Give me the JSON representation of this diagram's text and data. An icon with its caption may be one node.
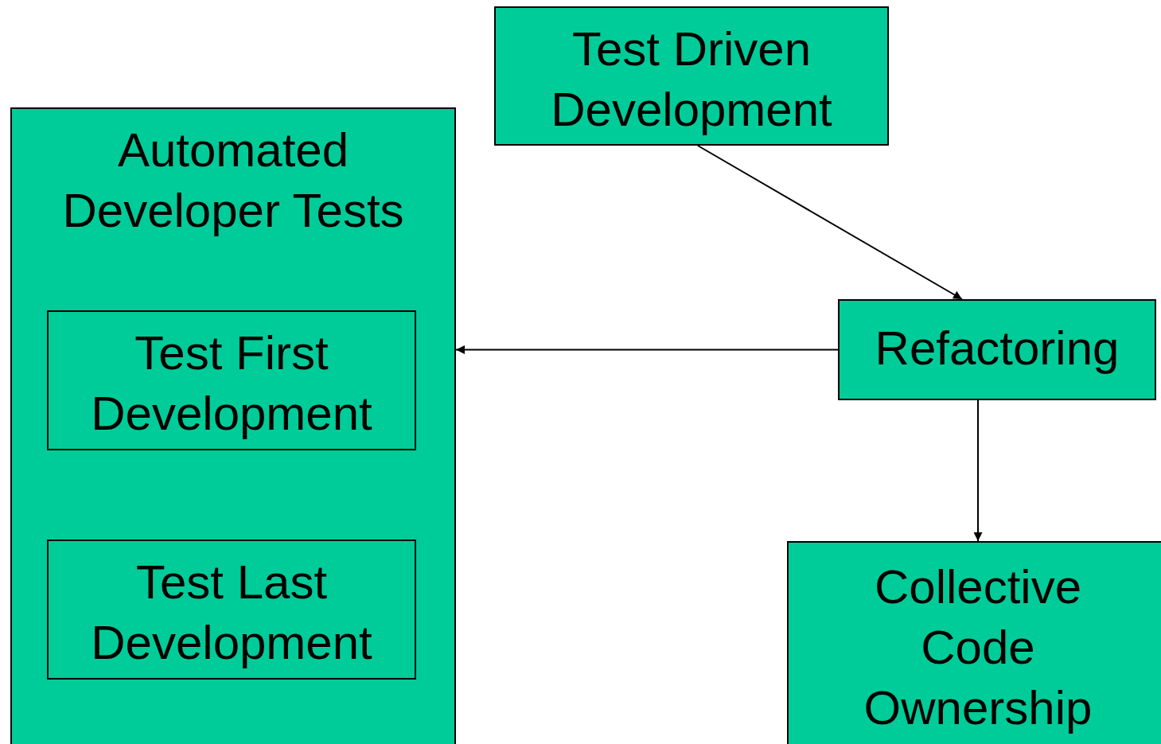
{
  "diagram": {
    "nodes": [
      {
        "text": [
          "Automated Developer Tests"
        ]
      },
      {
        "text": [
          "Test First Development"
        ],
        "in": 0
      },
      {
        "text": [
          "Test Last Development"
        ],
        "in": 0
      },
      {
        "text": [
          "Test Driven Development"
        ]
      },
      {
        "text": [
          "Refactoring"
        ]
      },
      {
        "text": [
          "Collective Code Ownership"
        ]
      }
    ],
    "edges": [
      {
        "from": 3,
        "to": 4,
        "arrow": "to"
      },
      {
        "from": 4,
        "to": 0,
        "arrow": "to"
      },
      {
        "from": 4,
        "to": 5,
        "arrow": "to"
      }
    ]
  }
}
